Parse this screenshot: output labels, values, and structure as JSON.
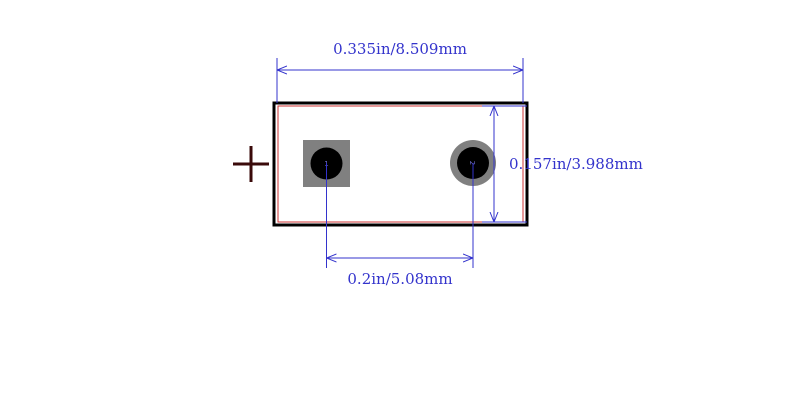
{
  "dimensions": {
    "width_label": "0.335in/8.509mm",
    "height_label": "0.157in/3.988mm",
    "pitch_label": "0.2in/5.08mm"
  },
  "pads": [
    {
      "number": "1",
      "shape": "square"
    },
    {
      "number": "2",
      "shape": "round"
    }
  ],
  "polarity_mark": "+",
  "colors": {
    "outline": "#000000",
    "courtyard": "#cc3333",
    "dimension": "#3333cc",
    "pad_copper": "#808080",
    "drill": "#000000",
    "polarity": "#3a0a0a"
  }
}
